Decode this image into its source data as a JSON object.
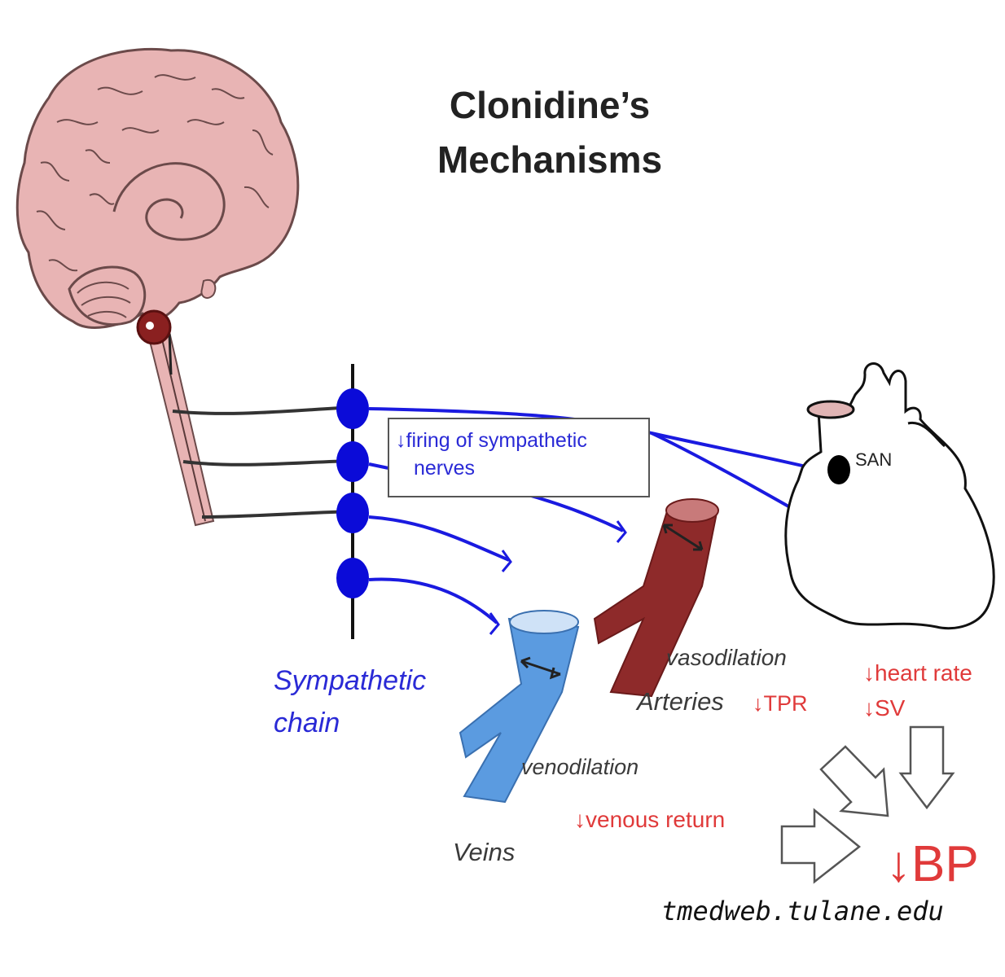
{
  "title": {
    "line1": "Clonidine’s",
    "line2": "Mechanisms"
  },
  "labels": {
    "firing_line1": "firing of sympathetic",
    "firing_line2": "nerves",
    "san": "SAN",
    "sympathetic_line1": "Sympathetic",
    "sympathetic_line2": "chain",
    "vasodilation": "vasodilation",
    "arteries": "Arteries",
    "tpr": "TPR",
    "heart_rate": "heart rate",
    "sv": "SV",
    "venodilation": "venodilation",
    "venous_return": "venous return",
    "veins": "Veins",
    "bp": "BP",
    "source": "tmedweb.tulane.edu",
    "down_arrow": "↓"
  },
  "colors": {
    "nerve_blue": "#1a1ae0",
    "ganglion_blue": "#0b0bd8",
    "brain_pink": "#e8b4b4",
    "brain_outline": "#6b4a4a",
    "artery_red": "#8e2a2a",
    "vein_blue": "#5b9be0",
    "decrease_red": "#e03a3a"
  }
}
